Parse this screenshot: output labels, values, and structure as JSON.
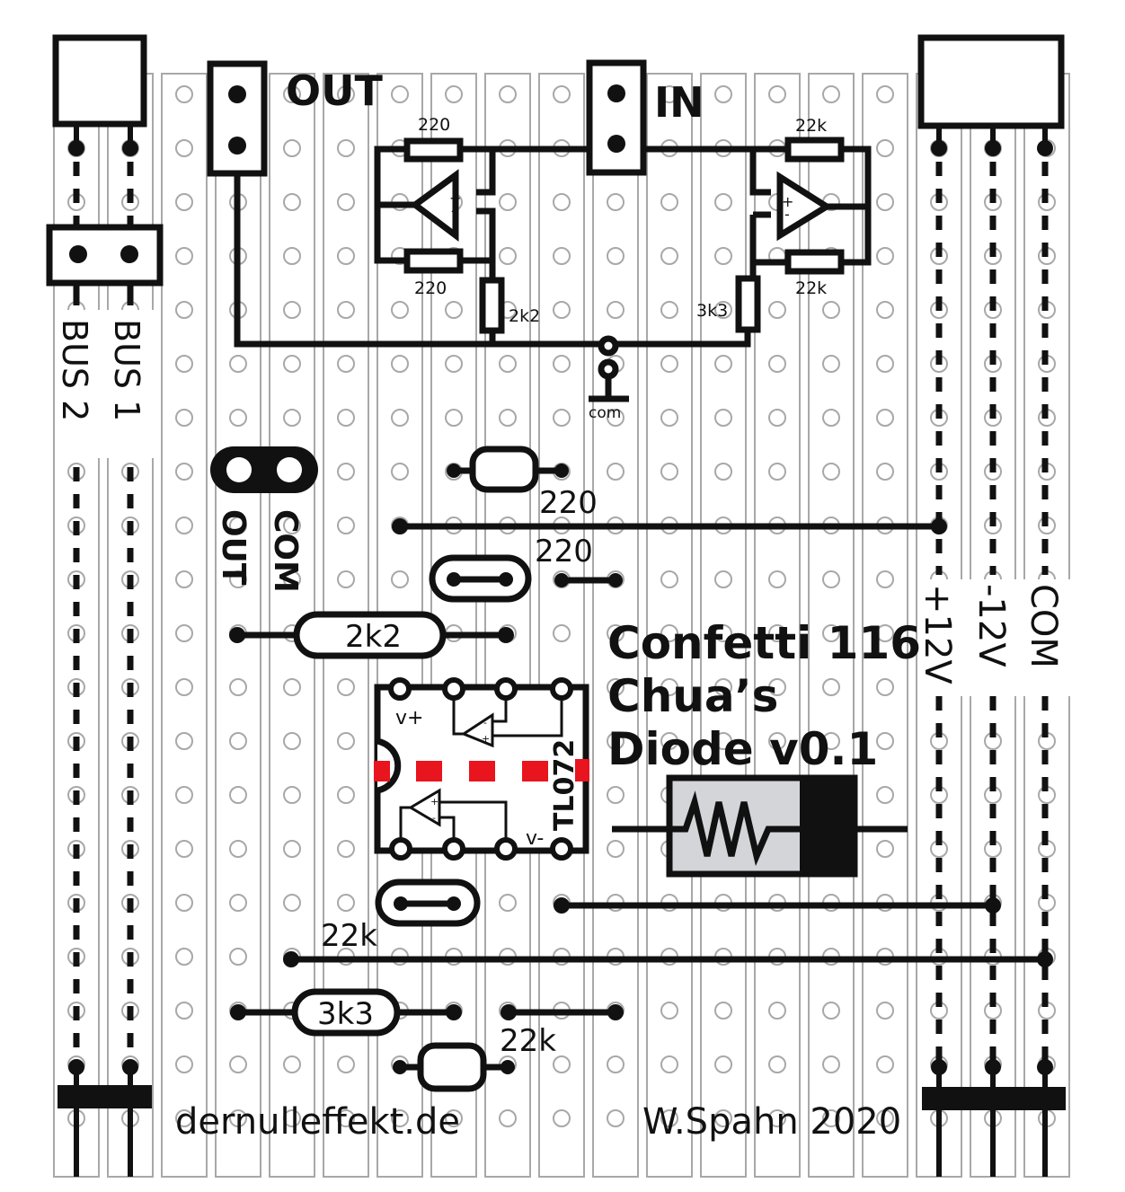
{
  "title": {
    "line1": "Confetti 116",
    "line2": "Chua’s",
    "line3": "Diode v0.1"
  },
  "footer": {
    "website": "dernulleffekt.de",
    "author": "W.Spahn 2020"
  },
  "connectors": {
    "out_label": "OUT",
    "in_label": "IN",
    "bus1": "BUS 1",
    "bus2": "BUS 2",
    "plus12": "+12V",
    "minus12": "-12V",
    "com": "COM",
    "ground_label": "com",
    "jack_out": "OUT",
    "jack_com": "COM"
  },
  "schematic": {
    "r_left_top": "220",
    "r_left_bottom": "220",
    "r_left_shunt": "2k2",
    "r_right_top": "22k",
    "r_right_bottom": "22k",
    "r_right_shunt": "3k3"
  },
  "board_parts": {
    "r1_label": "220",
    "r2_label": "220",
    "r3_label": "2k2",
    "r4_label": "22k",
    "r5_label": "3k3",
    "r6_label": "22k",
    "ic_name": "TL072",
    "ic_vplus": "v+",
    "ic_vminus": "v-"
  },
  "colors": {
    "ink": "#111111",
    "strip": "#a8a8a8",
    "cut_marks": "#e8141e",
    "diode_body": "#d3d5d9"
  }
}
